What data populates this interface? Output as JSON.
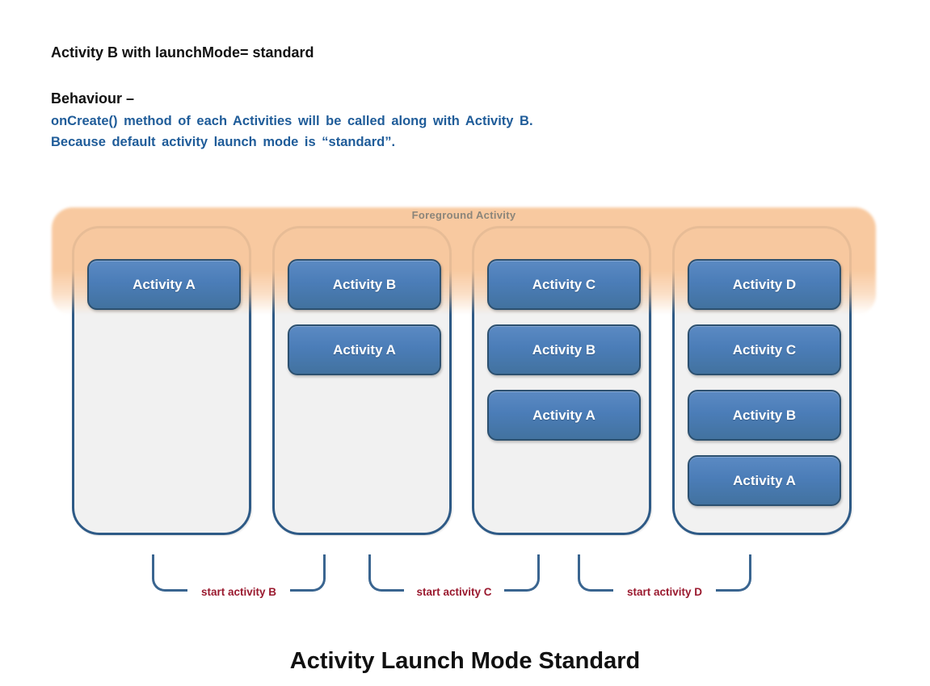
{
  "header": {
    "title": "Activity B with launchMode= standard",
    "behaviour_label": "Behaviour –",
    "behaviour_line1": "onCreate() method of each Activities will be called along with Activity B.",
    "behaviour_line2": "Because default activity launch mode is “standard”."
  },
  "diagram": {
    "foreground_label": "Foreground Activity",
    "stacks": [
      {
        "activities": [
          "Activity A"
        ]
      },
      {
        "activities": [
          "Activity B",
          "Activity A"
        ]
      },
      {
        "activities": [
          "Activity C",
          "Activity B",
          "Activity A"
        ]
      },
      {
        "activities": [
          "Activity D",
          "Activity C",
          "Activity B",
          "Activity A"
        ]
      }
    ],
    "transitions": [
      {
        "label": "start activity B"
      },
      {
        "label": "start activity C"
      },
      {
        "label": "start activity D"
      }
    ],
    "colors": {
      "activity_fill": "#4b7db8",
      "activity_border": "#2c506f",
      "stack_fill": "#f1f1f1",
      "stack_border": "#2e5a86",
      "foreground_band": "#f8c598",
      "foreground_label_text": "#8b857a",
      "bracket_line": "#3a6590",
      "bracket_text": "#9a1a2f",
      "body_blue_text": "#1f5c99"
    }
  },
  "footer": {
    "title": "Activity Launch Mode Standard"
  }
}
